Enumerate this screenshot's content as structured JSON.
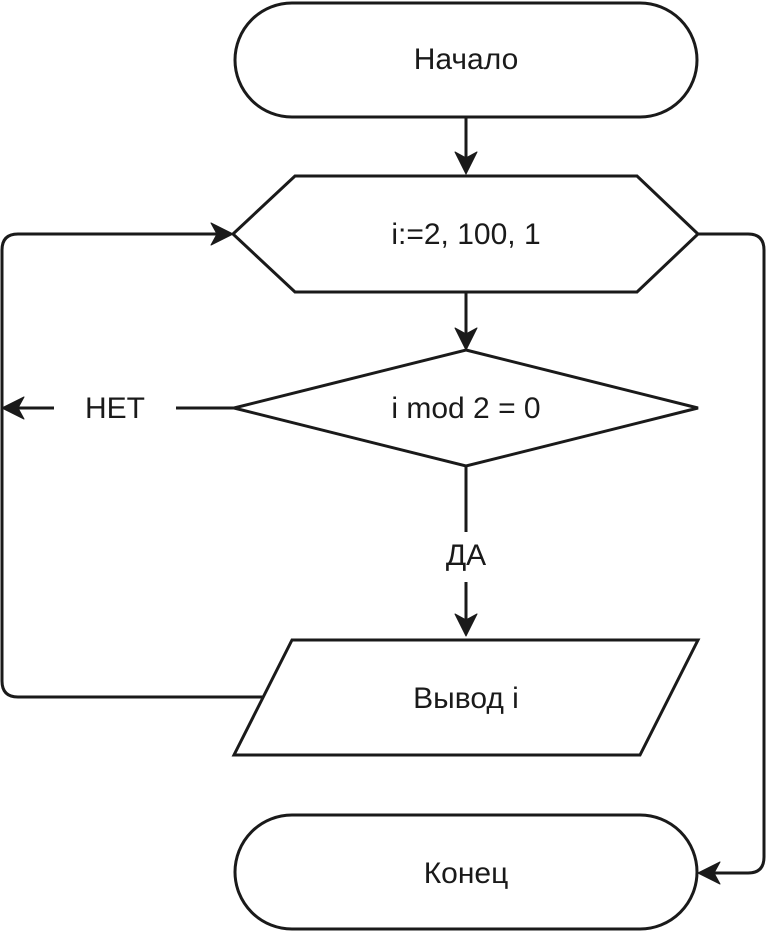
{
  "flowchart": {
    "start_label": "Начало",
    "loop_label": "i:=2, 100, 1",
    "condition_label": "i mod 2 = 0",
    "no_label": "НЕТ",
    "yes_label": "ДА",
    "output_label": "Вывод i",
    "end_label": "Конец"
  }
}
